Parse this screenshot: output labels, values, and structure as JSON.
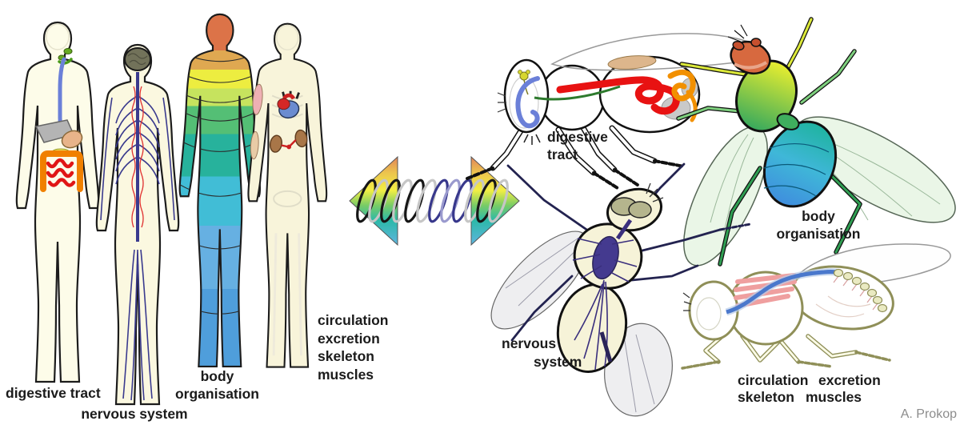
{
  "figure": {
    "attribution": "A. Prokop",
    "left_panel": {
      "labels": {
        "digestive": "digestive tract",
        "nervous": "nervous system",
        "body_org_line1": "body",
        "body_org_line2": "organisation",
        "systems_line1": "circulation",
        "systems_line2": "excretion",
        "systems_line3": "skeleton",
        "systems_line4": "muscles"
      }
    },
    "right_panel": {
      "labels": {
        "digestive_line1": "digestive",
        "digestive_line2": "tract",
        "body_org_line1": "body",
        "body_org_line2": "organisation",
        "nervous_line1": "nervous",
        "nervous_line2": "system",
        "circulation": "circulation",
        "excretion": "excretion",
        "skeleton": "skeleton",
        "muscles": "muscles"
      }
    },
    "colors": {
      "digestive_red": "#e81212",
      "digestive_orange": "#f29000",
      "esophagus_blue": "#6b80d8",
      "nervous_indigo": "#3a3080",
      "heart_red": "#d42020",
      "heart_blue": "#6b8cd0",
      "muscle_pink": "#ef9f9f",
      "vessel_blue": "#4a78cc",
      "cuticle_olive": "#8f8f58",
      "body_ivory": "#fbf8e4",
      "rainbow": [
        "#dc7348",
        "#dfa851",
        "#eded40",
        "#c6e35e",
        "#54bf75",
        "#27b29c",
        "#41bdd6",
        "#66b0e2",
        "#4f9edb"
      ]
    }
  }
}
